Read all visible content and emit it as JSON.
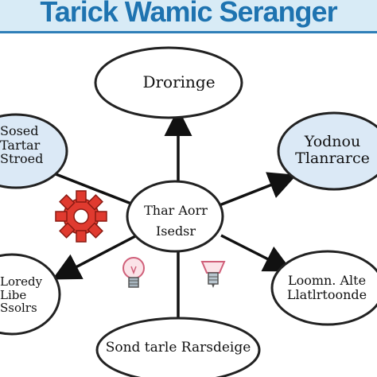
{
  "title": "Tarick Wamic Seranger",
  "nodes": {
    "top": {
      "line1": "Droringe",
      "line2": ""
    },
    "center": {
      "line1": "Thar Aorr",
      "line2": "Isedsr"
    },
    "left": {
      "line1": "Sosed",
      "line2": "Tartar",
      "line3": "Stroed"
    },
    "right": {
      "line1": "Yodnou",
      "line2": "Tlanrarce"
    },
    "bottom_left": {
      "line1": "Loredy",
      "line2": "Libe",
      "line3": "Ssolrs"
    },
    "bottom_right": {
      "line1": "Loomn. Alte",
      "line2": "Llatlrtoonde"
    },
    "bottom": {
      "line1": "Sond tarle Rarsdeige"
    }
  },
  "colors": {
    "title_bg": "#d8ebf6",
    "title_text": "#1e73b0",
    "title_border": "#2f7fb8",
    "node_fill": "#dbe9f6",
    "node_stroke": "#222222",
    "gear": "#e03a2f"
  },
  "icons": [
    "gear-icon",
    "lightbulb-icon",
    "lamp-icon"
  ]
}
